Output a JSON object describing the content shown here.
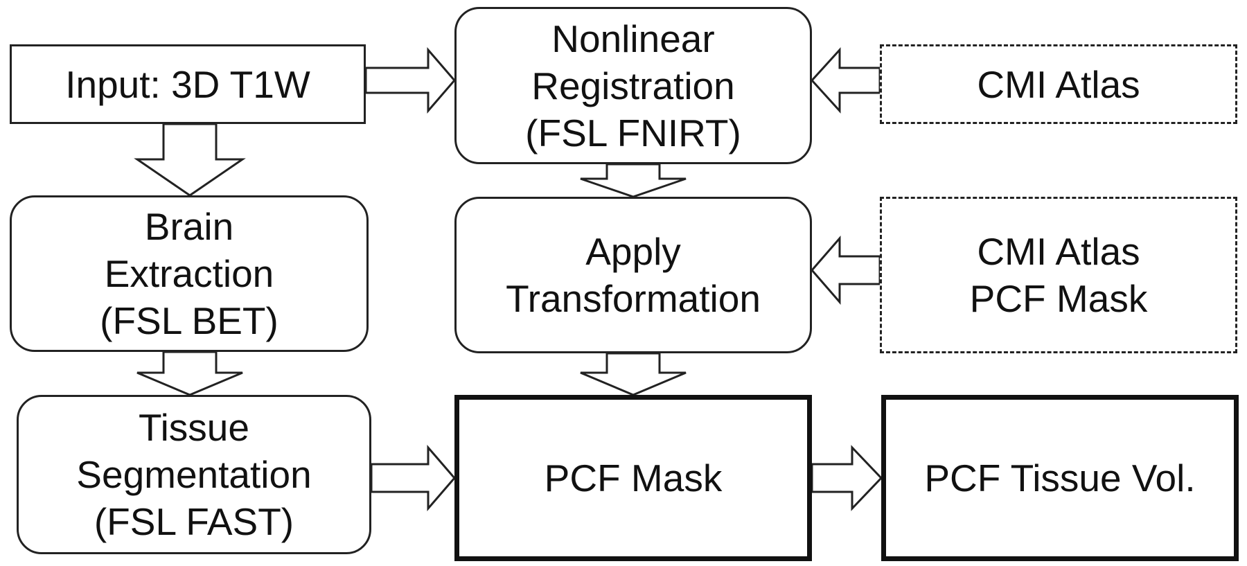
{
  "nodes": {
    "input": "Input: 3D T1W",
    "registration": "Nonlinear\nRegistration\n(FSL FNIRT)",
    "atlas": "CMI Atlas",
    "brain_extraction": "Brain\nExtraction\n(FSL BET)",
    "apply_transformation": "Apply\nTransformation",
    "atlas_mask": "CMI Atlas\nPCF Mask",
    "tissue_segmentation": "Tissue\nSegmentation\n(FSL FAST)",
    "pcf_mask": "PCF Mask",
    "tissue_volume": "PCF Tissue Vol."
  },
  "edges": [
    {
      "from": "input",
      "to": "registration"
    },
    {
      "from": "atlas",
      "to": "registration"
    },
    {
      "from": "input",
      "to": "brain_extraction"
    },
    {
      "from": "registration",
      "to": "apply_transformation"
    },
    {
      "from": "atlas_mask",
      "to": "apply_transformation"
    },
    {
      "from": "brain_extraction",
      "to": "tissue_segmentation"
    },
    {
      "from": "apply_transformation",
      "to": "pcf_mask"
    },
    {
      "from": "tissue_segmentation",
      "to": "pcf_mask"
    },
    {
      "from": "pcf_mask",
      "to": "tissue_volume"
    }
  ]
}
